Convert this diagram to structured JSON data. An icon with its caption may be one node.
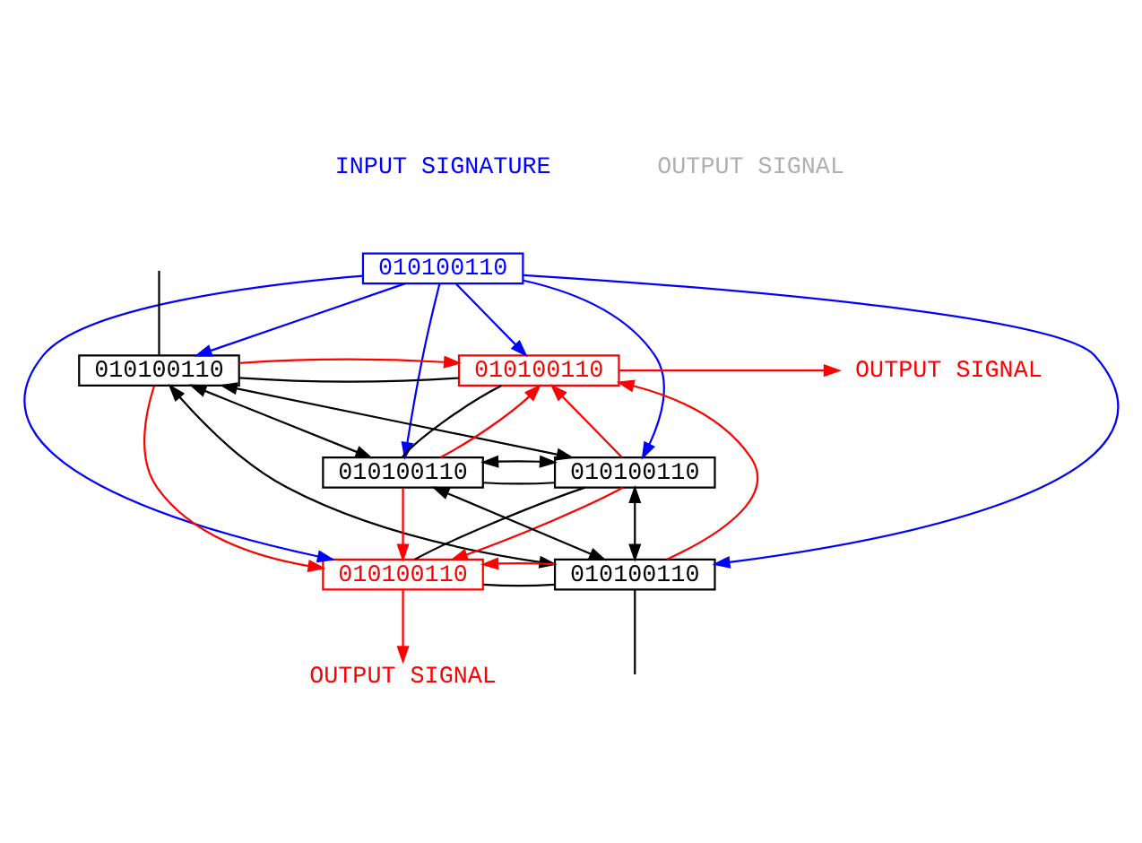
{
  "diagram": {
    "nodes": [
      {
        "text": [
          "010100110"
        ]
      },
      {
        "text": [
          "010100110"
        ]
      },
      {
        "text": [
          "010100110"
        ]
      },
      {
        "text": [
          "010100110"
        ]
      },
      {
        "text": [
          "010100110"
        ]
      },
      {
        "text": [
          "010100110"
        ]
      },
      {
        "text": [
          "010100110"
        ]
      },
      {
        "text": [
          "OUTPUT SIGNAL"
        ]
      },
      {
        "text": [
          "OUTPUT SIGNAL"
        ]
      }
    ],
    "edges": [
      {
        "from": null,
        "to": 1,
        "arrow": "none"
      },
      {
        "from": 1,
        "to": 2,
        "arrow": "none"
      },
      {
        "from": 2,
        "to": 4,
        "arrow": "none"
      },
      {
        "from": 4,
        "to": 3,
        "arrow": "none"
      },
      {
        "from": 3,
        "to": 5,
        "arrow": "none"
      },
      {
        "from": 5,
        "to": 6,
        "arrow": "none"
      },
      {
        "from": 6,
        "to": null,
        "arrow": "none"
      },
      {
        "from": 0,
        "to": 1,
        "arrow": "to",
        "color": "#0000ff"
      },
      {
        "from": 0,
        "to": 2,
        "arrow": "to",
        "color": "#0000ff"
      },
      {
        "from": 0,
        "to": 3,
        "arrow": "to",
        "color": "#0000ff"
      },
      {
        "from": 0,
        "to": 4,
        "arrow": "to",
        "color": "#0000ff"
      },
      {
        "from": 0,
        "to": 5,
        "arrow": "to",
        "color": "#0000ff"
      },
      {
        "from": 0,
        "to": 6,
        "arrow": "to",
        "color": "#0000ff"
      },
      {
        "from": 1,
        "to": 3,
        "arrow": "both"
      },
      {
        "from": 1,
        "to": 4,
        "arrow": "both"
      },
      {
        "from": 1,
        "to": 6,
        "arrow": "both"
      },
      {
        "from": 3,
        "to": 6,
        "arrow": "both"
      },
      {
        "from": 4,
        "to": 6,
        "arrow": "both"
      },
      {
        "from": 4,
        "to": 3,
        "arrow": "both"
      },
      {
        "from": 1,
        "to": 2,
        "arrow": "to",
        "color": "#ff0000"
      },
      {
        "from": 2,
        "to": 7,
        "arrow": "to",
        "color": "#ff0000"
      },
      {
        "from": 4,
        "to": 2,
        "arrow": "to",
        "color": "#ff0000"
      },
      {
        "from": 6,
        "to": 2,
        "arrow": "to",
        "color": "#ff0000"
      },
      {
        "from": 3,
        "to": 2,
        "arrow": "to",
        "color": "#ff0000"
      },
      {
        "from": 1,
        "to": 5,
        "arrow": "to",
        "color": "#ff0000"
      },
      {
        "from": 3,
        "to": 5,
        "arrow": "to",
        "color": "#ff0000"
      },
      {
        "from": 4,
        "to": 5,
        "arrow": "to",
        "color": "#ff0000"
      },
      {
        "from": 6,
        "to": 5,
        "arrow": "to",
        "color": "#ff0000"
      },
      {
        "from": 5,
        "to": 8,
        "arrow": "to",
        "color": "#ff0000"
      }
    ],
    "labels": [
      "INPUT SIGNATURE",
      "OUTPUT SIGNAL"
    ]
  }
}
